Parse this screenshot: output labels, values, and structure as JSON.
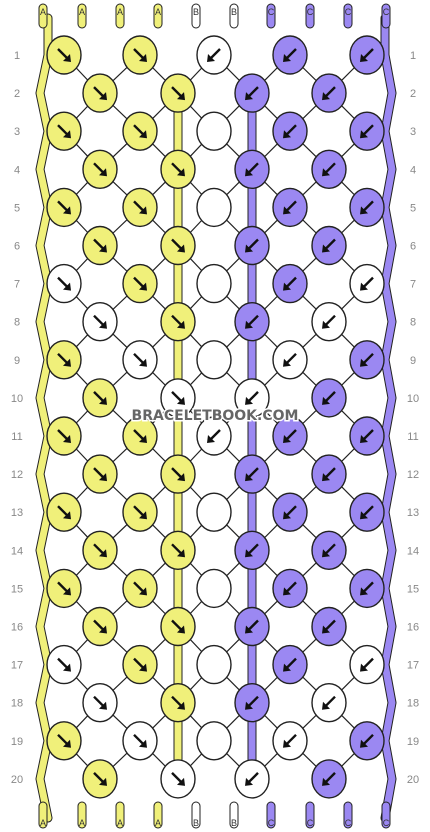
{
  "watermark": "BRACELETBOOK.COM",
  "colors": {
    "A": "#f0f07a",
    "B": "#ffffff",
    "C": "#9b88f2"
  },
  "strings": [
    "A",
    "A",
    "A",
    "A",
    "B",
    "B",
    "C",
    "C",
    "C",
    "C"
  ],
  "row_numbers": [
    "1",
    "2",
    "3",
    "4",
    "5",
    "6",
    "7",
    "8",
    "9",
    "10",
    "11",
    "12",
    "13",
    "14",
    "15",
    "16",
    "17",
    "18",
    "19",
    "20"
  ],
  "knots": {
    "odd_rows": [
      [
        [
          "A",
          "R"
        ],
        [
          "A",
          "R"
        ],
        [
          "B",
          "L"
        ],
        [
          "C",
          "L"
        ],
        [
          "C",
          "L"
        ]
      ],
      [
        [
          "A",
          "R"
        ],
        [
          "A",
          "R"
        ],
        [
          "W",
          "N"
        ],
        [
          "C",
          "L"
        ],
        [
          "C",
          "L"
        ]
      ],
      [
        [
          "A",
          "R"
        ],
        [
          "A",
          "R"
        ],
        [
          "W",
          "N"
        ],
        [
          "C",
          "L"
        ],
        [
          "C",
          "L"
        ]
      ],
      [
        [
          "W",
          "R"
        ],
        [
          "A",
          "R"
        ],
        [
          "W",
          "N"
        ],
        [
          "C",
          "L"
        ],
        [
          "W",
          "L"
        ]
      ],
      [
        [
          "A",
          "R"
        ],
        [
          "W",
          "R"
        ],
        [
          "W",
          "N"
        ],
        [
          "W",
          "L"
        ],
        [
          "C",
          "L"
        ]
      ],
      [
        [
          "A",
          "R"
        ],
        [
          "A",
          "R"
        ],
        [
          "B",
          "L"
        ],
        [
          "C",
          "L"
        ],
        [
          "C",
          "L"
        ]
      ],
      [
        [
          "A",
          "R"
        ],
        [
          "A",
          "R"
        ],
        [
          "W",
          "N"
        ],
        [
          "C",
          "L"
        ],
        [
          "C",
          "L"
        ]
      ],
      [
        [
          "A",
          "R"
        ],
        [
          "A",
          "R"
        ],
        [
          "W",
          "N"
        ],
        [
          "C",
          "L"
        ],
        [
          "C",
          "L"
        ]
      ],
      [
        [
          "W",
          "R"
        ],
        [
          "A",
          "R"
        ],
        [
          "W",
          "N"
        ],
        [
          "C",
          "L"
        ],
        [
          "W",
          "L"
        ]
      ],
      [
        [
          "A",
          "R"
        ],
        [
          "W",
          "R"
        ],
        [
          "W",
          "N"
        ],
        [
          "W",
          "L"
        ],
        [
          "C",
          "L"
        ]
      ]
    ],
    "even_rows": [
      [
        [
          "A",
          "R"
        ],
        [
          "A",
          "R"
        ],
        [
          "C",
          "L"
        ],
        [
          "C",
          "L"
        ]
      ],
      [
        [
          "A",
          "R"
        ],
        [
          "A",
          "R"
        ],
        [
          "C",
          "L"
        ],
        [
          "C",
          "L"
        ]
      ],
      [
        [
          "A",
          "R"
        ],
        [
          "A",
          "R"
        ],
        [
          "C",
          "L"
        ],
        [
          "C",
          "L"
        ]
      ],
      [
        [
          "W",
          "R"
        ],
        [
          "A",
          "R"
        ],
        [
          "C",
          "L"
        ],
        [
          "W",
          "L"
        ]
      ],
      [
        [
          "A",
          "R"
        ],
        [
          "B",
          "R"
        ],
        [
          "B",
          "L"
        ],
        [
          "C",
          "L"
        ]
      ],
      [
        [
          "A",
          "R"
        ],
        [
          "A",
          "R"
        ],
        [
          "C",
          "L"
        ],
        [
          "C",
          "L"
        ]
      ],
      [
        [
          "A",
          "R"
        ],
        [
          "A",
          "R"
        ],
        [
          "C",
          "L"
        ],
        [
          "C",
          "L"
        ]
      ],
      [
        [
          "A",
          "R"
        ],
        [
          "A",
          "R"
        ],
        [
          "C",
          "L"
        ],
        [
          "C",
          "L"
        ]
      ],
      [
        [
          "W",
          "R"
        ],
        [
          "A",
          "R"
        ],
        [
          "C",
          "L"
        ],
        [
          "W",
          "L"
        ]
      ],
      [
        [
          "A",
          "R"
        ],
        [
          "B",
          "R"
        ],
        [
          "B",
          "L"
        ],
        [
          "C",
          "L"
        ]
      ]
    ]
  }
}
